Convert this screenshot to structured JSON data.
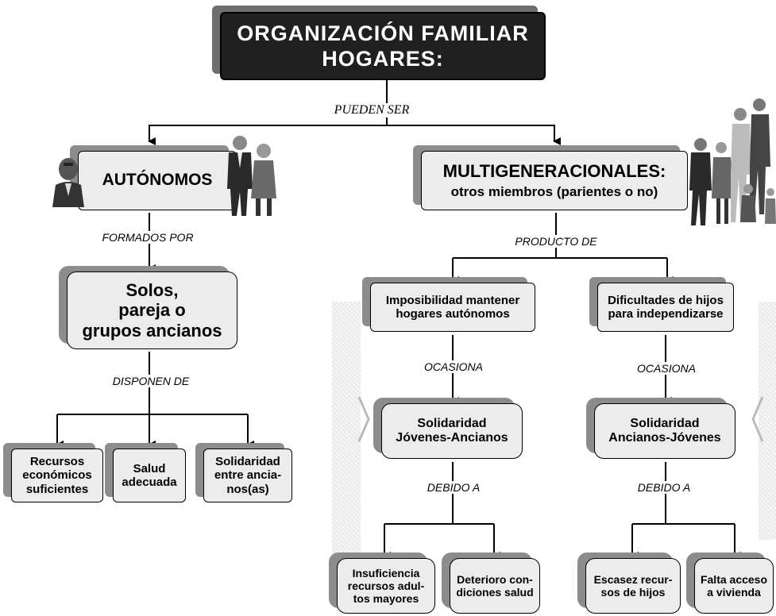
{
  "title": "ORGANIZACIÓN  FAMILIAR\nHOGARES:",
  "connectors": {
    "pueden_ser": "PUEDEN SER",
    "formados_por": "FORMADOS  POR",
    "disponen_de": "DISPONEN  DE",
    "producto_de": "PRODUCTO DE",
    "ocasiona_left": "OCASIONA",
    "ocasiona_right": "OCASIONA",
    "debido_left": "DEBIDO  A",
    "debido_right": "DEBIDO  A"
  },
  "autonomos": {
    "label": "AUTÓNOMOS",
    "members": "Solos,\npareja o\ngrupos ancianos",
    "resources": [
      "Recursos\neconómicos\nsuficientes",
      "Salud\nadecuada",
      "Solidaridad\nentre ancia-\nnos(as)"
    ]
  },
  "multigeneracionales": {
    "label": "MULTIGENERACIONALES:",
    "sublabel": "otros miembros (parientes o no)",
    "cause_left": "Imposibilidad  mantener\nhogares autónomos",
    "cause_right": "Dificultades de hijos\npara independizarse",
    "solidarity_left": "Solidaridad\nJóvenes-Ancianos",
    "solidarity_right": "Solidaridad\nAncianos-Jóvenes",
    "reasons_left": [
      "Insuficiencia\nrecursos adul-\ntos mayores",
      "Deterioro con-\ndiciones salud"
    ],
    "reasons_right": [
      "Escasez recur-\nsos de hijos",
      "Falta acceso\na vivienda"
    ]
  },
  "icons": [
    "elderly-man-icon",
    "elderly-couple-icon",
    "family-group-icon"
  ]
}
